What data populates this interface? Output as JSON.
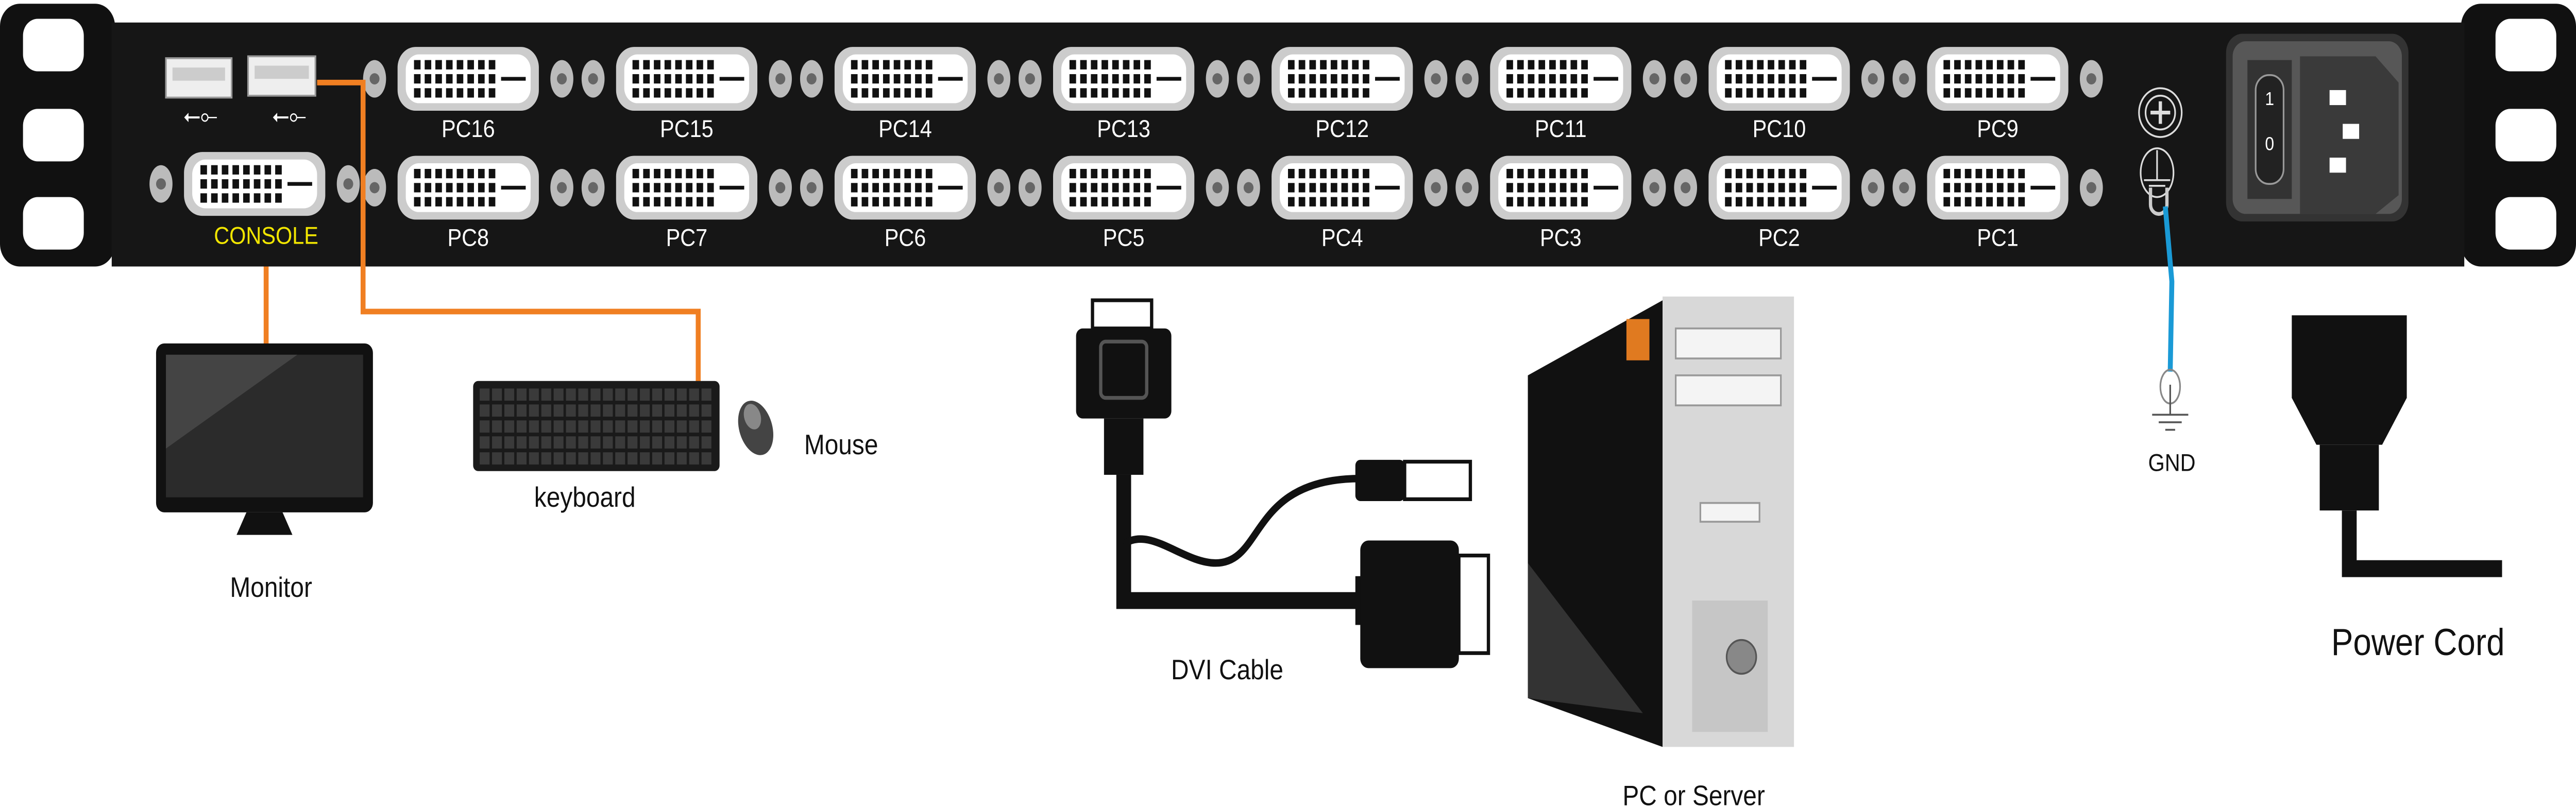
{
  "panel": {
    "top_ports": [
      "PC16",
      "PC15",
      "PC14",
      "PC13",
      "PC12",
      "PC11",
      "PC10",
      "PC9"
    ],
    "bottom_ports": [
      "PC8",
      "PC7",
      "PC6",
      "PC5",
      "PC4",
      "PC3",
      "PC2",
      "PC1"
    ],
    "console_label": "CONSOLE",
    "usb_icon": "usb-icon",
    "switch_on": "1",
    "switch_off": "0"
  },
  "devices": {
    "monitor": "Monitor",
    "keyboard": "keyboard",
    "mouse": "Mouse",
    "dvi_cable": "DVI Cable",
    "pc": "PC or Server",
    "gnd": "GND",
    "power_cord": "Power Cord"
  },
  "colors": {
    "panel": "#161616",
    "console_label": "#f2e600",
    "usb_keyboard_cable": "#f07f22",
    "ground_wire": "#1a9ad6"
  }
}
